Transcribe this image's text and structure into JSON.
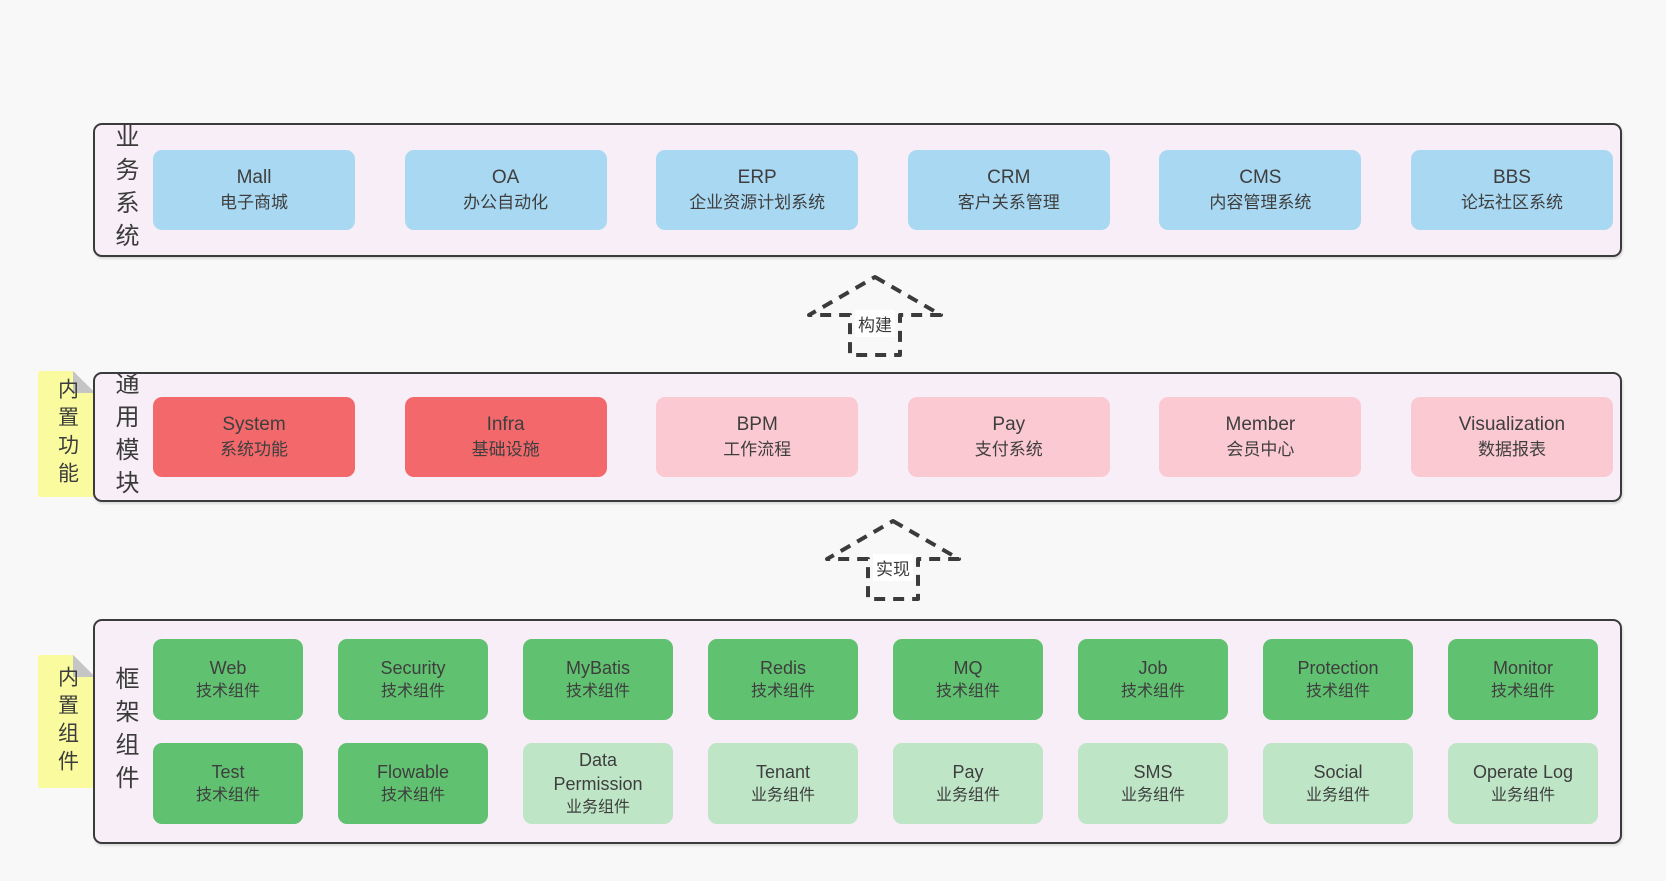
{
  "diagram_title": "ruoyi-vue-pro style architecture diagram",
  "colors": {
    "page_bg": "#f8f8f8",
    "container_bg": "#f8eef7",
    "container_border": "#3b3b3b",
    "text": "#3e3e3e",
    "blue": "#a9d8f2",
    "red": "#f3696b",
    "pink": "#fbc9d2",
    "green": "#60c170",
    "lightgreen": "#bee5c6",
    "tag_yellow": "#fafb9f",
    "tag_fold": "#c5c5c5",
    "arrow": "#3b3b3b"
  },
  "arrows": [
    {
      "label": "构建"
    },
    {
      "label": "实现"
    }
  ],
  "sections": [
    {
      "id": "business",
      "label": "业务系统",
      "tag": null,
      "rows": [
        [
          {
            "name": "Mall",
            "desc": "电子商城",
            "type": "blue"
          },
          {
            "name": "OA",
            "desc": "办公自动化",
            "type": "blue"
          },
          {
            "name": "ERP",
            "desc": "企业资源计划系统",
            "type": "blue"
          },
          {
            "name": "CRM",
            "desc": "客户关系管理",
            "type": "blue"
          },
          {
            "name": "CMS",
            "desc": "内容管理系统",
            "type": "blue"
          },
          {
            "name": "BBS",
            "desc": "论坛社区系统",
            "type": "blue"
          }
        ]
      ]
    },
    {
      "id": "modules",
      "label": "通用模块",
      "tag": "内置功能",
      "rows": [
        [
          {
            "name": "System",
            "desc": "系统功能",
            "type": "red"
          },
          {
            "name": "Infra",
            "desc": "基础设施",
            "type": "red"
          },
          {
            "name": "BPM",
            "desc": "工作流程",
            "type": "pink"
          },
          {
            "name": "Pay",
            "desc": "支付系统",
            "type": "pink"
          },
          {
            "name": "Member",
            "desc": "会员中心",
            "type": "pink"
          },
          {
            "name": "Visualization",
            "desc": "数据报表",
            "type": "pink"
          }
        ]
      ]
    },
    {
      "id": "components",
      "label": "框架组件",
      "tag": "内置组件",
      "rows": [
        [
          {
            "name": "Web",
            "desc": "技术组件",
            "type": "green"
          },
          {
            "name": "Security",
            "desc": "技术组件",
            "type": "green"
          },
          {
            "name": "MyBatis",
            "desc": "技术组件",
            "type": "green"
          },
          {
            "name": "Redis",
            "desc": "技术组件",
            "type": "green"
          },
          {
            "name": "MQ",
            "desc": "技术组件",
            "type": "green"
          },
          {
            "name": "Job",
            "desc": "技术组件",
            "type": "green"
          },
          {
            "name": "Protection",
            "desc": "技术组件",
            "type": "green"
          },
          {
            "name": "Monitor",
            "desc": "技术组件",
            "type": "green"
          }
        ],
        [
          {
            "name": "Test",
            "desc": "技术组件",
            "type": "green"
          },
          {
            "name": "Flowable",
            "desc": "技术组件",
            "type": "green"
          },
          {
            "name": "Data Permission",
            "desc": "业务组件",
            "type": "lightgreen"
          },
          {
            "name": "Tenant",
            "desc": "业务组件",
            "type": "lightgreen"
          },
          {
            "name": "Pay",
            "desc": "业务组件",
            "type": "lightgreen"
          },
          {
            "name": "SMS",
            "desc": "业务组件",
            "type": "lightgreen"
          },
          {
            "name": "Social",
            "desc": "业务组件",
            "type": "lightgreen"
          },
          {
            "name": "Operate Log",
            "desc": "业务组件",
            "type": "lightgreen"
          }
        ]
      ]
    }
  ]
}
